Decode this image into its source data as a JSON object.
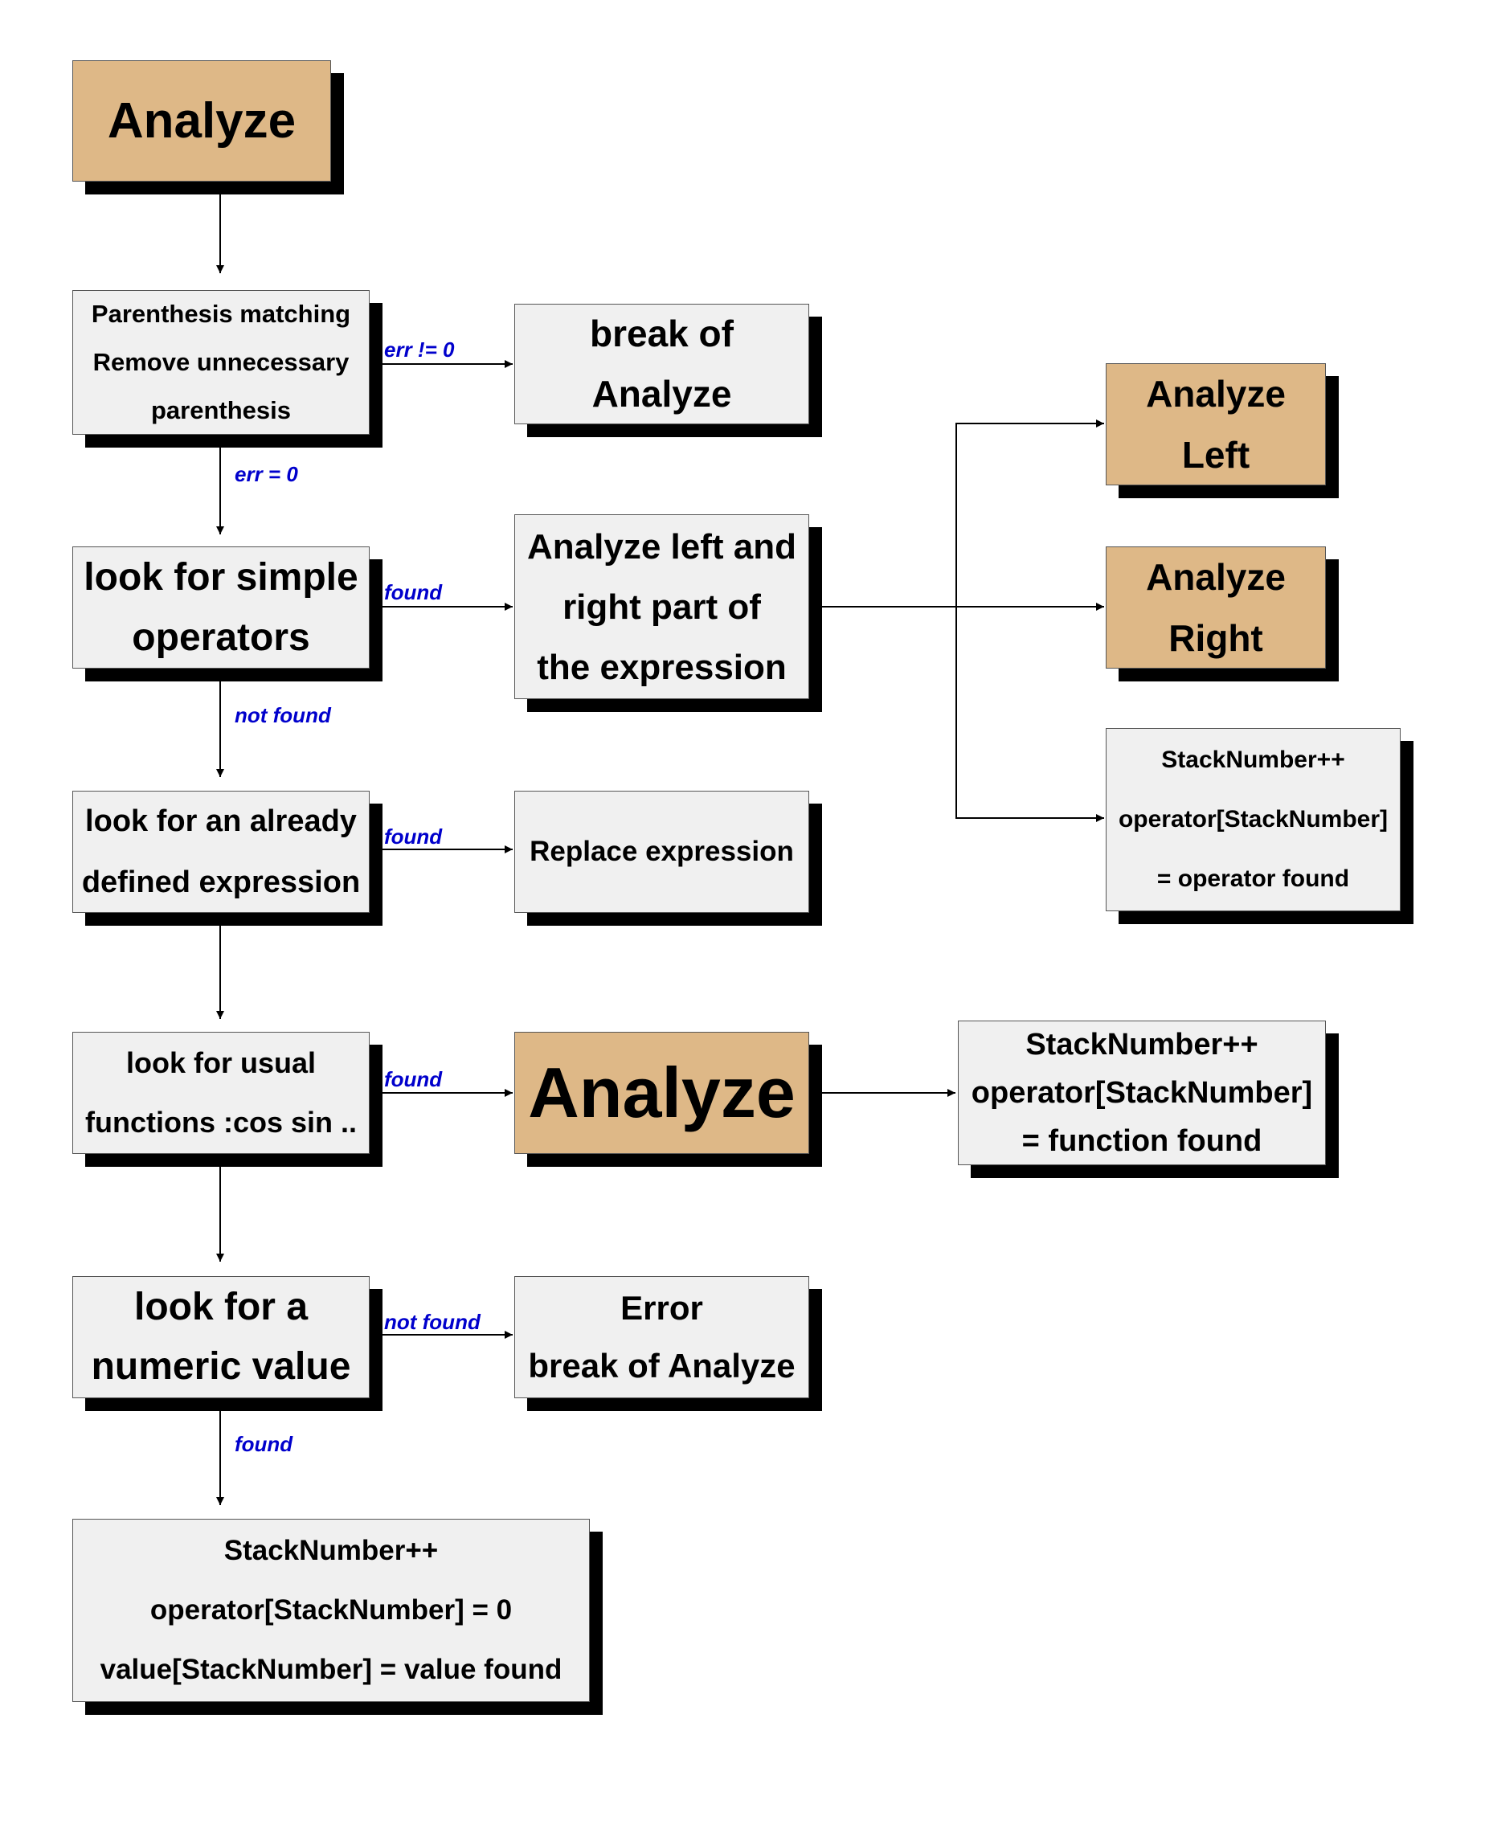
{
  "nodes": {
    "analyze_top": {
      "lines": [
        "Analyze"
      ],
      "fill": "#deb887"
    },
    "parenthesis": {
      "lines": [
        "Parenthesis matching",
        "Remove unnecessary",
        "parenthesis"
      ],
      "fill": "#f0f0f0"
    },
    "break_analyze": {
      "lines": [
        "break of",
        "Analyze"
      ],
      "fill": "#f0f0f0"
    },
    "simple_ops": {
      "lines": [
        "look for simple",
        "operators"
      ],
      "fill": "#f0f0f0"
    },
    "analyze_lr": {
      "lines": [
        "Analyze left and",
        "right part of",
        "the expression"
      ],
      "fill": "#f0f0f0"
    },
    "analyze_left": {
      "lines": [
        "Analyze",
        "Left"
      ],
      "fill": "#deb887"
    },
    "analyze_right": {
      "lines": [
        "Analyze",
        "Right"
      ],
      "fill": "#deb887"
    },
    "stack_operator": {
      "lines": [
        "StackNumber++",
        "operator[StackNumber]",
        "= operator found"
      ],
      "fill": "#f0f0f0"
    },
    "defined_expr": {
      "lines": [
        "look for an already",
        "defined expression"
      ],
      "fill": "#f0f0f0"
    },
    "replace_expr": {
      "lines": [
        "Replace expression"
      ],
      "fill": "#f0f0f0"
    },
    "usual_funcs": {
      "lines": [
        "look for usual",
        "functions :cos sin .."
      ],
      "fill": "#f0f0f0"
    },
    "analyze_mid": {
      "lines": [
        "Analyze"
      ],
      "fill": "#deb887"
    },
    "stack_function": {
      "lines": [
        "StackNumber++",
        "operator[StackNumber]",
        "= function found"
      ],
      "fill": "#f0f0f0"
    },
    "numeric_value": {
      "lines": [
        "look for a",
        "numeric value"
      ],
      "fill": "#f0f0f0"
    },
    "error_break": {
      "lines": [
        "Error",
        "break of Analyze"
      ],
      "fill": "#f0f0f0"
    },
    "stack_value": {
      "lines": [
        "StackNumber++",
        "operator[StackNumber] = 0",
        "value[StackNumber] = value found"
      ],
      "fill": "#f0f0f0"
    }
  },
  "edges": [
    {
      "from": "analyze_top",
      "to": "parenthesis",
      "label": ""
    },
    {
      "from": "parenthesis",
      "to": "break_analyze",
      "label": "err != 0"
    },
    {
      "from": "parenthesis",
      "to": "simple_ops",
      "label": "err = 0"
    },
    {
      "from": "simple_ops",
      "to": "analyze_lr",
      "label": "found"
    },
    {
      "from": "analyze_lr",
      "to": "analyze_left",
      "label": ""
    },
    {
      "from": "analyze_lr",
      "to": "analyze_right",
      "label": ""
    },
    {
      "from": "analyze_lr",
      "to": "stack_operator",
      "label": ""
    },
    {
      "from": "simple_ops",
      "to": "defined_expr",
      "label": "not found"
    },
    {
      "from": "defined_expr",
      "to": "replace_expr",
      "label": "found"
    },
    {
      "from": "defined_expr",
      "to": "usual_funcs",
      "label": ""
    },
    {
      "from": "usual_funcs",
      "to": "analyze_mid",
      "label": "found"
    },
    {
      "from": "analyze_mid",
      "to": "stack_function",
      "label": ""
    },
    {
      "from": "usual_funcs",
      "to": "numeric_value",
      "label": ""
    },
    {
      "from": "numeric_value",
      "to": "error_break",
      "label": "not found"
    },
    {
      "from": "numeric_value",
      "to": "stack_value",
      "label": "found"
    }
  ],
  "colors": {
    "label": "#0000cc",
    "line": "#000000",
    "shadow": "#000000"
  }
}
